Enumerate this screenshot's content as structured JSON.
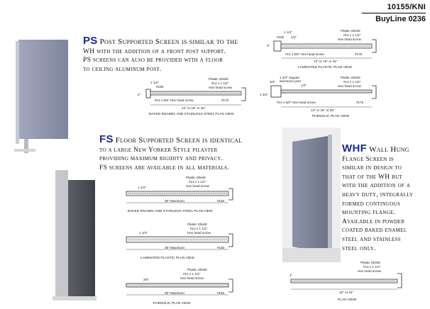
{
  "header": {
    "code": "10155/KNI",
    "buyline": "BuyLine 0236"
  },
  "ps": {
    "lead": "PS",
    "title_rest": "Post Supported Screen is similar to the",
    "lines": [
      "WH with the addition of a front post support.",
      "PS screens can also be provided with a floor",
      "to ceiling aluminum post."
    ]
  },
  "fs": {
    "lead": "FS",
    "title_rest": "Floor Supported Screen is identical",
    "lines": [
      "to a large New Yorker Style pilaster",
      "providing maximum rigidity and privacy.",
      "FS screens are available in all materials."
    ]
  },
  "whf": {
    "lead": "WHF",
    "title_rest": "Wall Hung",
    "lines": [
      "Flange Screen is",
      "similar in design to",
      "that of the WH but",
      "with the addition of a",
      "heavy duty, integrally",
      "formed continuous",
      "mounting flange.",
      "Available in powder",
      "coated baked enamel",
      "steel and stainless",
      "steel only."
    ]
  },
  "drawings": {
    "ps_enamel": {
      "caption": "BAKED ENAMEL AND STAINLESS STEEL PLAN VIEW",
      "dim_top": "1 1/4\"",
      "dim_left": "2\"",
      "part_a": "#180",
      "shield": "Plastic Shield",
      "screw": "#14 x 1 1/2\"",
      "screw2": "Hex head screw",
      "screw_b": "#14 x 5/8\" Hex head screw",
      "part_b": "#175",
      "width": "13\" or 19\" or 25\""
    },
    "ps_laminated": {
      "caption": "LAMINATED PLASTIC PLAN VIEW",
      "dim_top": "1 1/4\"",
      "dim_left": "3\"",
      "part_a": "#180",
      "dim_mid": "1/2\"",
      "shield": "Plastic Shield",
      "screw": "#14 x 1 1/2\"",
      "screw2": "Hex head screw",
      "screw_b": "#14 x 5/8\" Hex head screw",
      "part_b": "#175",
      "width": "13\" or 19\" or 25\""
    },
    "ps_phenolic": {
      "caption": "PHENOLIC PLAN VIEW",
      "dim_top": "3/4\"",
      "dim_left": "1 3/4\"",
      "post": "1 3/4\" Square",
      "post2": "aluminum post",
      "dim_mid": "1/2\"",
      "shield": "Plastic Shield",
      "screw": "#14 x 1 1/2\"",
      "screw2": "Hex head screw",
      "screw_b": "#14 x 5/8\" Hex head screw",
      "part_b": "#175",
      "width": "13\" or 19\" or 25\""
    },
    "fs_enamel": {
      "caption": "BAKED ENAMEL AND STAINLESS STEEL PLAN VIEW",
      "dim_left": "1 1/4\"",
      "shield": "Plastic Shield",
      "screw": "#14 x 1 1/2\"",
      "screw2": "Hex head screw",
      "width": "36\" Maximum",
      "part": "#183"
    },
    "fs_laminated": {
      "caption": "LAMINATED PLASTIC PLAN VIEW",
      "dim_left": "1 1/4\"",
      "shield": "Plastic Shield",
      "screw": "#14 x 1 1/2\"",
      "screw2": "Hex head screw",
      "width": "36\" Maximum",
      "part": "#183"
    },
    "fs_phenolic": {
      "caption": "PHENOLIC PLAN VIEW",
      "dim_left": "3/4\"",
      "shield": "Plastic Shield",
      "screw": "#14 x 1 1/2\"",
      "screw2": "Hex head screw",
      "width": "36\" Maximum",
      "part": "#183"
    },
    "whf_plan": {
      "caption": "PLAN VIEW",
      "dim_left": "1\"",
      "shield": "Plastic Shield",
      "screw": "#14 x 1 1/2\"",
      "screw2": "Hex head screw",
      "width": "18\" or 24\""
    }
  },
  "colors": {
    "accent": "#1b2a8f",
    "panel": "#8a8fa6",
    "drawing": "#222222"
  }
}
